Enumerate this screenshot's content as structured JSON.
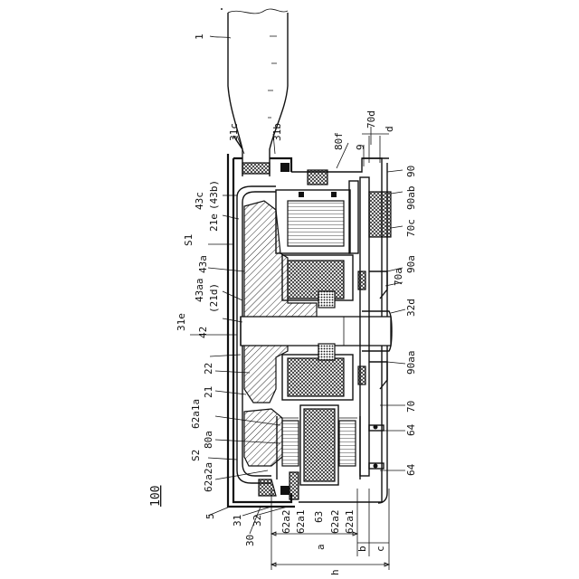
{
  "figure": {
    "figure_number": "100",
    "labels": {
      "l1": "1",
      "l31c": "31c",
      "l31b": "31b",
      "l70d": "70d",
      "ld": "d",
      "l80f": "80f",
      "l9": "9",
      "l90": "90",
      "l90ab": "90ab",
      "l43c": "43c",
      "l43b": "(43b)",
      "l21e": "21e",
      "lS1": "S1",
      "l43a": "43a",
      "l70c": "70c",
      "l90a": "90a",
      "l70a": "70a",
      "l43aa": "43aa",
      "l21d": "(21d)",
      "l32d": "32d",
      "l31e": "31e",
      "l42": "42",
      "l90aa": "90aa",
      "l22": "22",
      "l21": "21",
      "l62a1a": "62a1a",
      "l70": "70",
      "l64a": "64",
      "l80a": "80a",
      "lS2": "S2",
      "l64b": "64",
      "l62a2a": "62a2a",
      "l5": "5",
      "l31": "31",
      "l32": "32",
      "l30": "30",
      "l62a2_1": "62a2",
      "l62a1_1": "62a1",
      "l63": "63",
      "l62a2_2": "62a2",
      "l62a1_2": "62a1",
      "la": "a",
      "lb": "b",
      "lc": "c",
      "lh": "h"
    }
  }
}
